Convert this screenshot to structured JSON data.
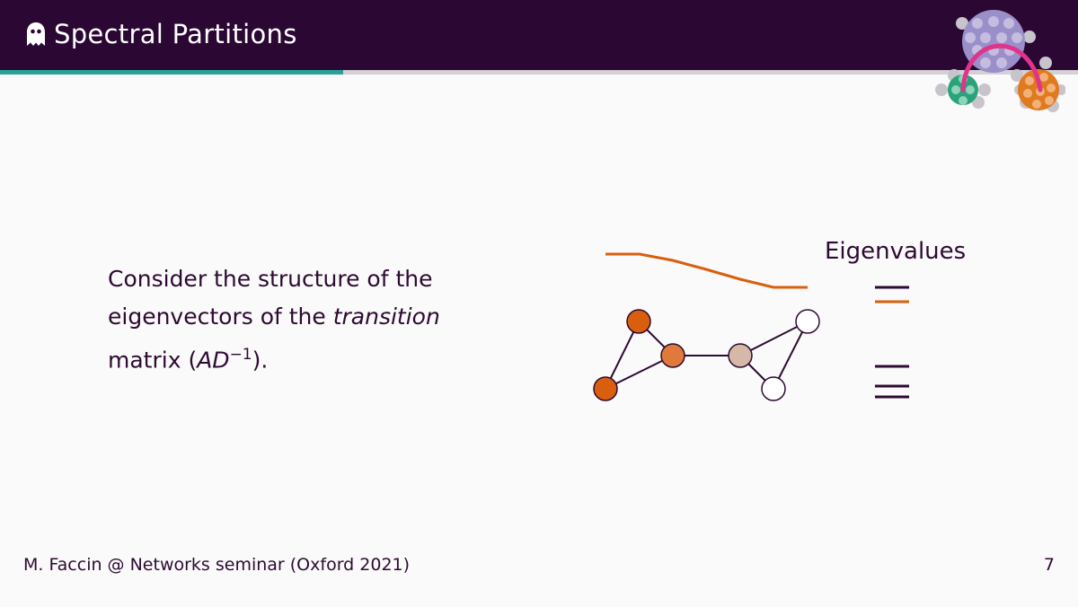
{
  "header": {
    "title": "Spectral Partitions",
    "progress_fraction": 0.318,
    "background_color": "#2b0833",
    "progress_color": "#2aa198"
  },
  "logo": {
    "name": "network-communities-logo"
  },
  "body": {
    "line1": "Consider the structure of the",
    "line2_before": "eigenvectors of the ",
    "line2_italic": "transition",
    "line3_before": "matrix (",
    "line3_math": "AD",
    "line3_sup": "−1",
    "line3_after": ")."
  },
  "diagram": {
    "eigen_label": "Eigenvalues",
    "highlight_color": "#d95f0e",
    "edge_color": "#2d0a31"
  },
  "footer": {
    "author": "M. Faccin @ Networks seminar (Oxford 2021)",
    "page_number": "7"
  }
}
